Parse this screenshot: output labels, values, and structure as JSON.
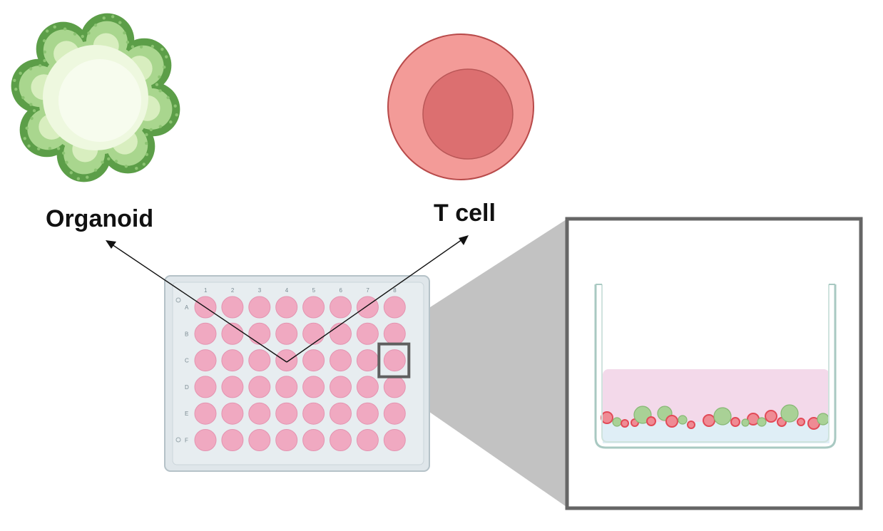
{
  "labels": {
    "organoid": "Organoid",
    "t_cell": "T cell"
  },
  "plate": {
    "columns": [
      "1",
      "2",
      "3",
      "4",
      "5",
      "6",
      "7",
      "8"
    ],
    "rows": [
      "A",
      "B",
      "C",
      "D",
      "E",
      "F"
    ],
    "highlighted_well": {
      "row": "C",
      "column": "8"
    },
    "well_color": "#f0a9c1"
  },
  "colors": {
    "organoid_outer": "#5c9e48",
    "organoid_inner": "#f4fbe8",
    "t_cell_outer": "#f39b98",
    "t_cell_inner": "#dc6f70",
    "medium": "#f3d9ea",
    "gel_layer": "#dfeef6",
    "zoom_cone": "#c2c2c2"
  }
}
